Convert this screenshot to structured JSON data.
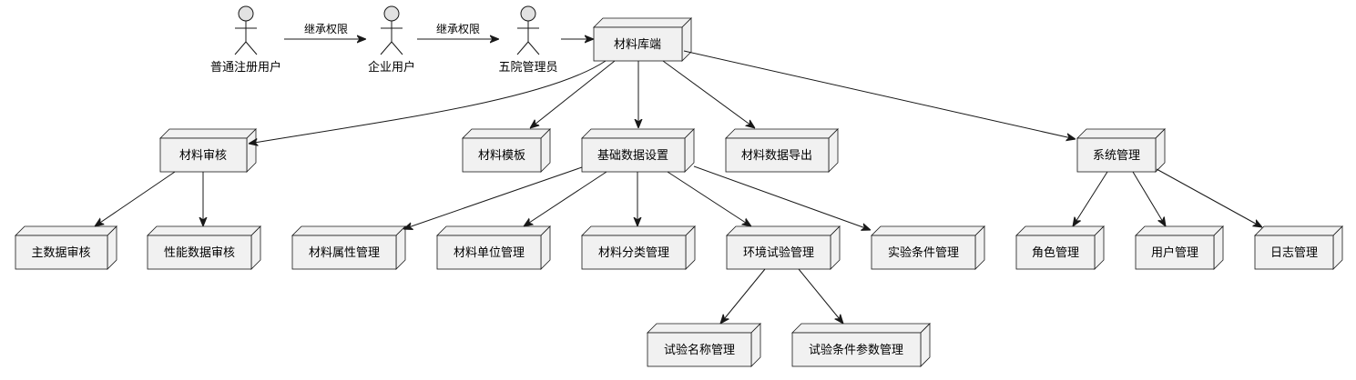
{
  "actors": {
    "normal_user": "普通注册用户",
    "enterprise_user": "企业用户",
    "admin": "五院管理员"
  },
  "inherit_label_1": "继承权限",
  "inherit_label_2": "继承权限",
  "nodes": {
    "library": "材料库端",
    "audit": "材料审核",
    "template": "材料模板",
    "basic": "基础数据设置",
    "export": "材料数据导出",
    "system": "系统管理",
    "master_audit": "主数据审核",
    "perf_audit": "性能数据审核",
    "attr_mgmt": "材料属性管理",
    "unit_mgmt": "材料单位管理",
    "category_mgmt": "材料分类管理",
    "env_test_mgmt": "环境试验管理",
    "exp_cond_mgmt": "实验条件管理",
    "role_mgmt": "角色管理",
    "user_mgmt": "用户管理",
    "log_mgmt": "日志管理",
    "test_name_mgmt": "试验名称管理",
    "test_param_mgmt": "试验条件参数管理"
  }
}
